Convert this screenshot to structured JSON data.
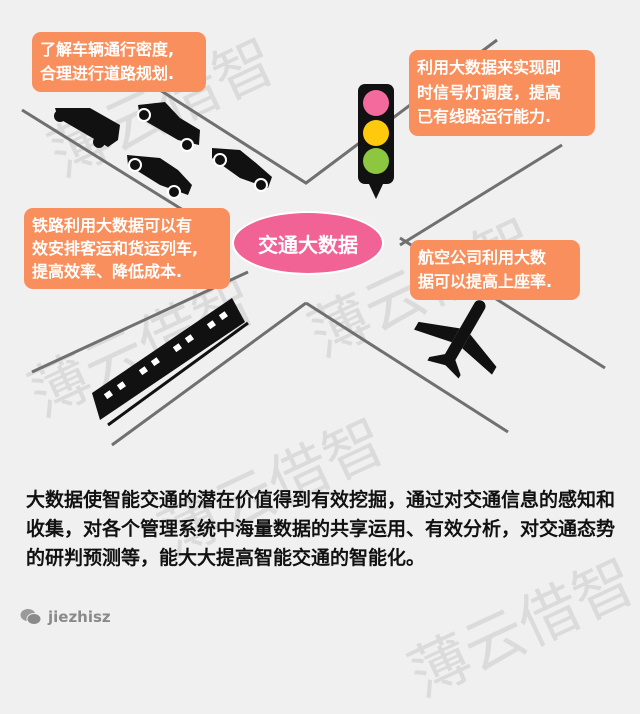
{
  "infographic": {
    "title": "交通大数据",
    "callouts": [
      {
        "id": "cars",
        "text": "了解车辆通行密度，合理进行道路规划.",
        "lines": [
          "了解车辆通行密度,",
          "合理进行道路规划."
        ]
      },
      {
        "id": "traffic-light",
        "lines": [
          "利用大数据来实现即",
          "时信号灯调度，提高",
          "已有线路运行能力."
        ]
      },
      {
        "id": "railway",
        "lines": [
          "铁路利用大数据可以有",
          "效安排客运和货运列车,",
          "提高效率、降低成本."
        ]
      },
      {
        "id": "airline",
        "lines": [
          "航空公司利用大数",
          "据可以提高上座率."
        ]
      }
    ],
    "summary": "大数据使智能交通的潜在价值得到有效挖掘，通过对交通信息的感知和收集，对各个管理系统中海量数据的共享运用、有效分析，对交通态势的研判预测等，能大大提高智能交通的智能化。",
    "footer": {
      "icon": "wechat-icon",
      "account": "jiezhisz"
    },
    "watermark": "薄云借智",
    "colors": {
      "background": "#f0f0f0",
      "callout": "#f98f5c",
      "title_ellipse": "#f06394",
      "light_red": "#f56a9c",
      "light_yellow": "#ffc90e",
      "light_green": "#8dc63f",
      "road_line": "#707070"
    }
  }
}
